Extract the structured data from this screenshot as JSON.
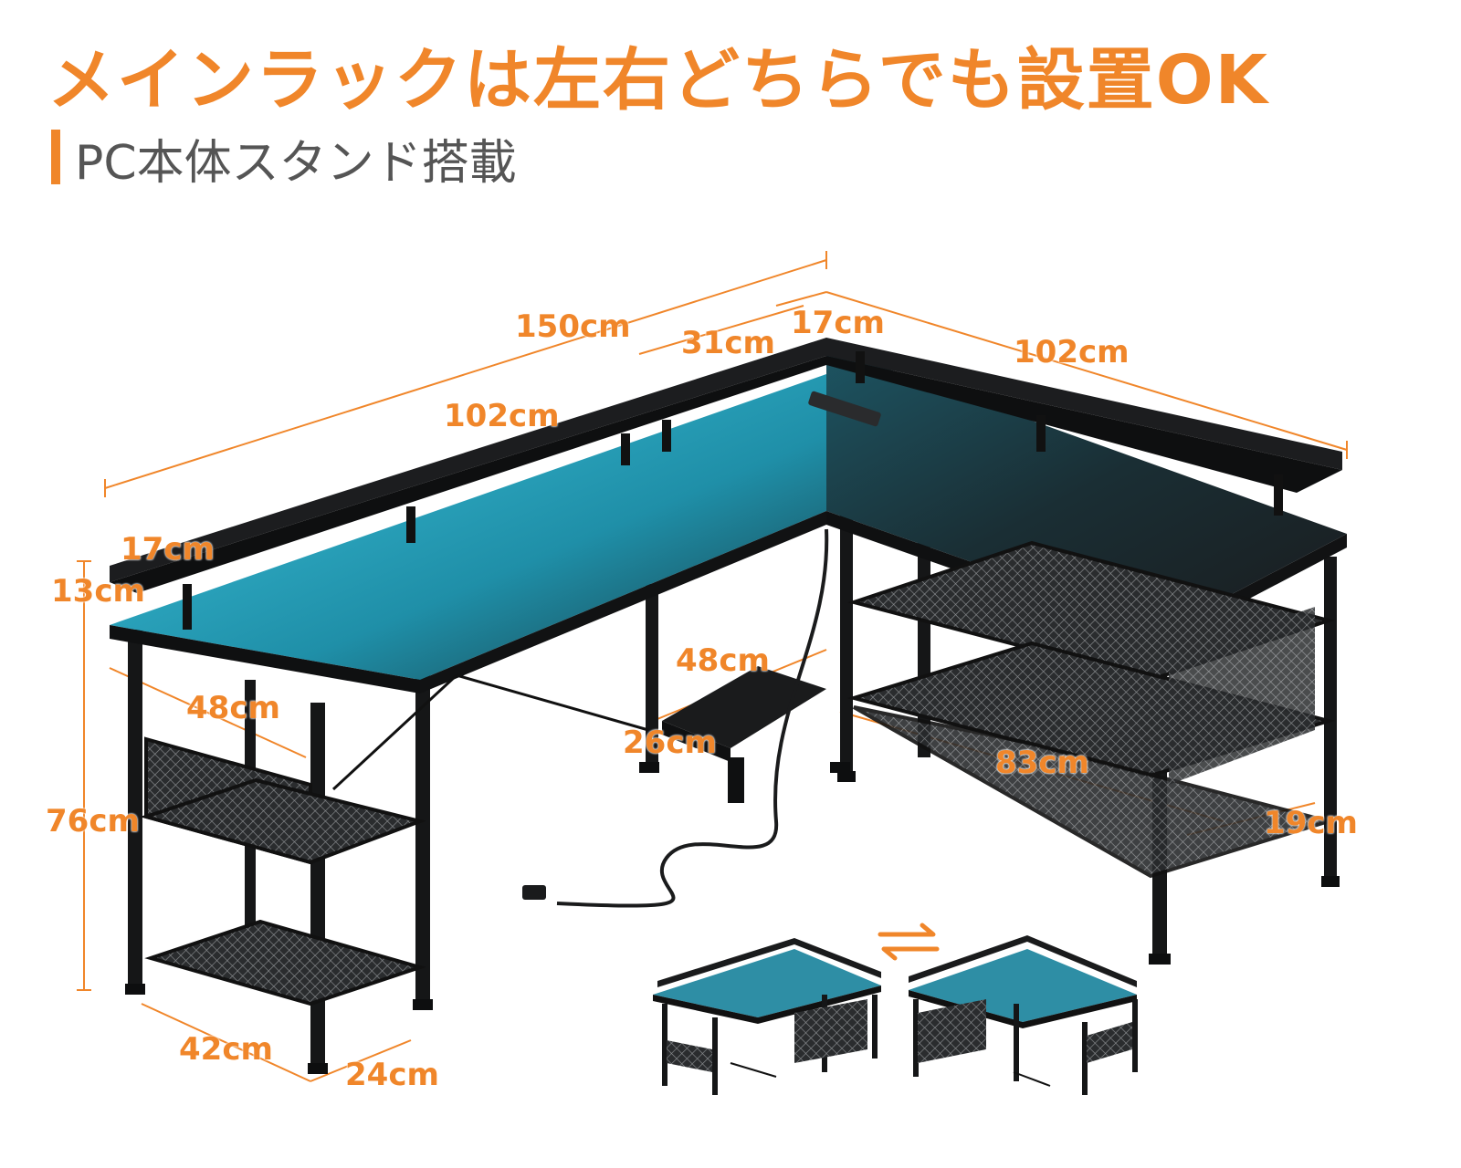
{
  "heading": {
    "title": "メインラックは左右どちらでも設置OK",
    "subtitle": "PC本体スタンド搭載"
  },
  "dimensions": {
    "d150": "150cm",
    "d31": "31cm",
    "d17_top": "17cm",
    "d102_right": "102cm",
    "d102_left": "102cm",
    "d17_left": "17cm",
    "d13": "13cm",
    "d48_left": "48cm",
    "d48_mid": "48cm",
    "d26": "26cm",
    "d83": "83cm",
    "d19": "19cm",
    "d76": "76cm",
    "d42": "42cm",
    "d24": "24cm"
  },
  "colors": {
    "accent": "#F0862A",
    "desk": "#1b1d1f",
    "led": "#2aa9c4",
    "subtitle": "#555555"
  },
  "icons": [
    "swap-arrows-icon"
  ]
}
